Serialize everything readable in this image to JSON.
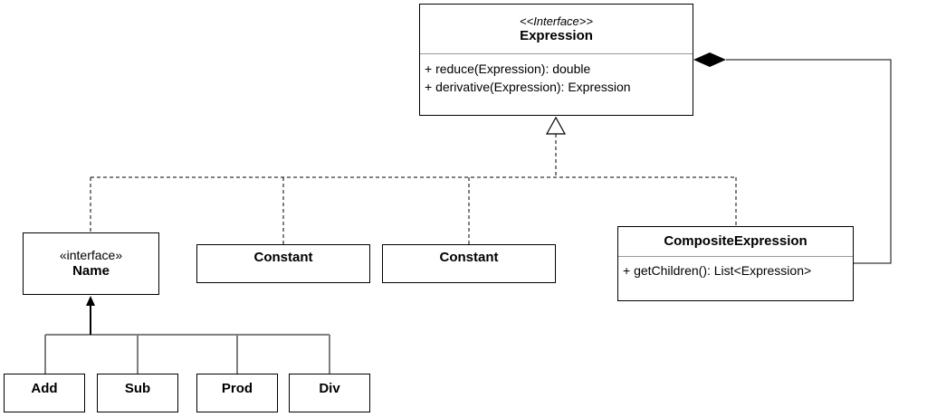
{
  "expression": {
    "stereotype": "<<Interface>>",
    "name": "Expression",
    "methods": [
      "+ reduce(Expression): double",
      "+ derivative(Expression): Expression"
    ]
  },
  "name_iface": {
    "stereotype": "«interface»",
    "name": "Name"
  },
  "constant_a": {
    "name": "Constant"
  },
  "constant_b": {
    "name": "Constant"
  },
  "composite": {
    "name": "CompositeExpression",
    "methods": [
      "+ getChildren(): List<Expression>"
    ]
  },
  "ops": [
    {
      "name": "Add"
    },
    {
      "name": "Sub"
    },
    {
      "name": "Prod"
    },
    {
      "name": "Div"
    }
  ]
}
